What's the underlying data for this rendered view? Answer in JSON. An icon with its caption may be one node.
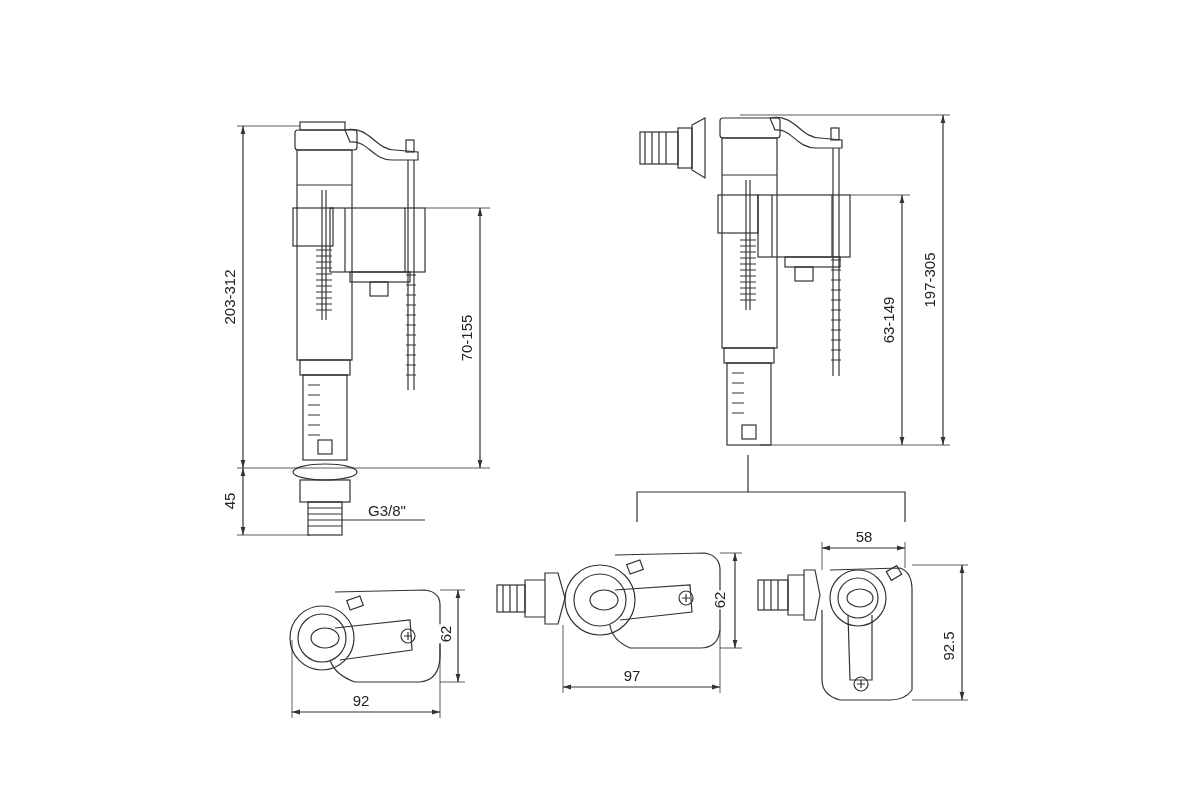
{
  "diagram": {
    "labels": [
      "203-312",
      "70-155",
      "63-149",
      "197-305",
      "45",
      "G3/8\"",
      "58",
      "62",
      "62",
      "92.5",
      "92",
      "97"
    ]
  }
}
